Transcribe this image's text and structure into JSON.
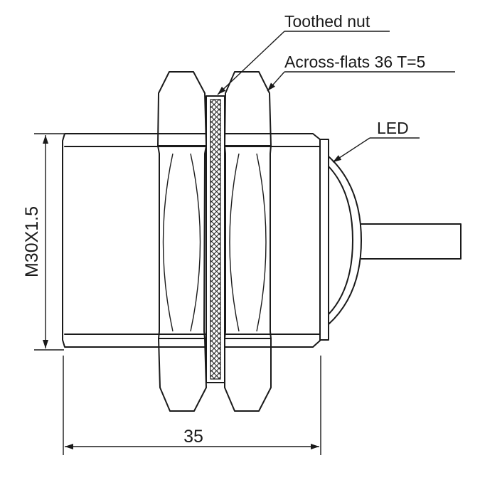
{
  "labels": {
    "toothed_nut": "Toothed nut",
    "across_flats": "Across-flats 36 T=5",
    "led": "LED",
    "thread_dimension": "M30X1.5",
    "length_dimension": "35"
  },
  "colors": {
    "line": "#1a1a1a",
    "background": "#ffffff"
  }
}
